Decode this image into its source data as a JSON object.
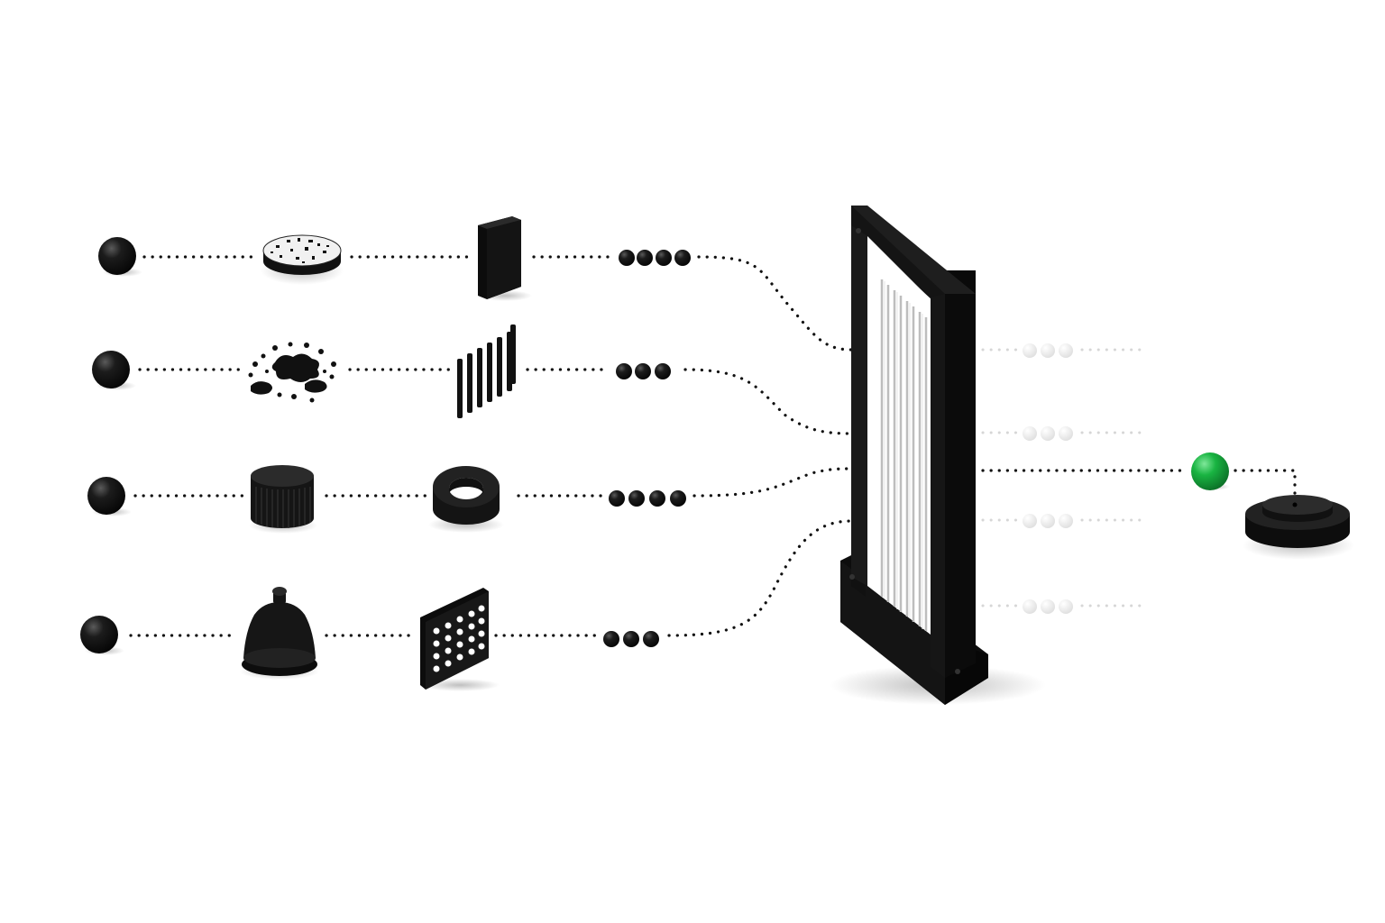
{
  "diagram": {
    "type": "pipeline",
    "text": [],
    "colors": {
      "background": "#ffffff",
      "object": "#111111",
      "dots": "#111111",
      "faded_output": "#d9d9d9",
      "highlight": "#19b442"
    },
    "streams": [
      {
        "id": "stream-1",
        "stages": [
          "sphere-icon",
          "perforated-disc-icon",
          "block-icon",
          "bead-chain-icon"
        ],
        "bead_count": 4
      },
      {
        "id": "stream-2",
        "stages": [
          "sphere-icon",
          "scattered-particles-icon",
          "rod-array-icon",
          "bead-chain-icon"
        ],
        "bead_count": 3
      },
      {
        "id": "stream-3",
        "stages": [
          "sphere-icon",
          "knurled-cylinder-icon",
          "ring-icon",
          "bead-chain-icon"
        ],
        "bead_count": 4
      },
      {
        "id": "stream-4",
        "stages": [
          "sphere-icon",
          "bell-icon",
          "perforated-plate-icon",
          "bead-chain-icon"
        ],
        "bead_count": 3
      }
    ],
    "central_component": "filter-frame-icon",
    "faded_outputs": {
      "count": 4,
      "beads_each": 3
    },
    "final_output": [
      "green-sphere-icon",
      "base-platform-icon"
    ]
  }
}
